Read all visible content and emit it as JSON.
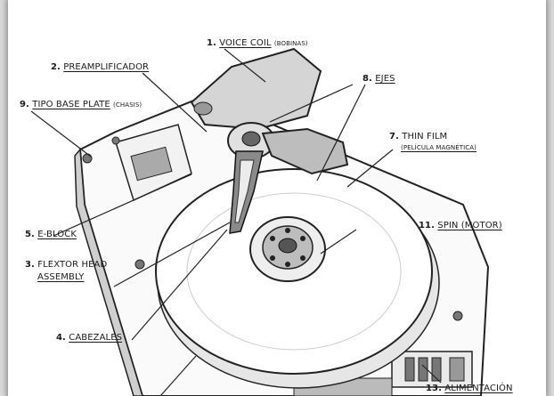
{
  "labels": {
    "voice_coil": {
      "num": "1.",
      "text": "VOICE COIL",
      "sub": "(BOBINAS)"
    },
    "preamp": {
      "num": "2.",
      "text": "PREAMPLIFICADOR"
    },
    "base_plate": {
      "num": "9.",
      "text": "TIPO BASE PLATE",
      "sub": "(CHASIS)"
    },
    "ejes": {
      "num": "8.",
      "text": "EJES"
    },
    "thin_film": {
      "num": "7.",
      "text": "THIN FILM",
      "sub": "(PELÍCULA MAGNÉTICA)"
    },
    "e_block": {
      "num": "5.",
      "text": "E-BLOCK"
    },
    "spin": {
      "num": "11.",
      "text": "SPIN (MOTOR)"
    },
    "flextor": {
      "num": "3.",
      "text": "FLEXTOR HEAD",
      "line2": "ASSEMBLY"
    },
    "cabezales": {
      "num": "4.",
      "text": "CABEZALES"
    },
    "alimentacion": {
      "num": "13.",
      "text": "ALIMENTACIÓN"
    }
  }
}
